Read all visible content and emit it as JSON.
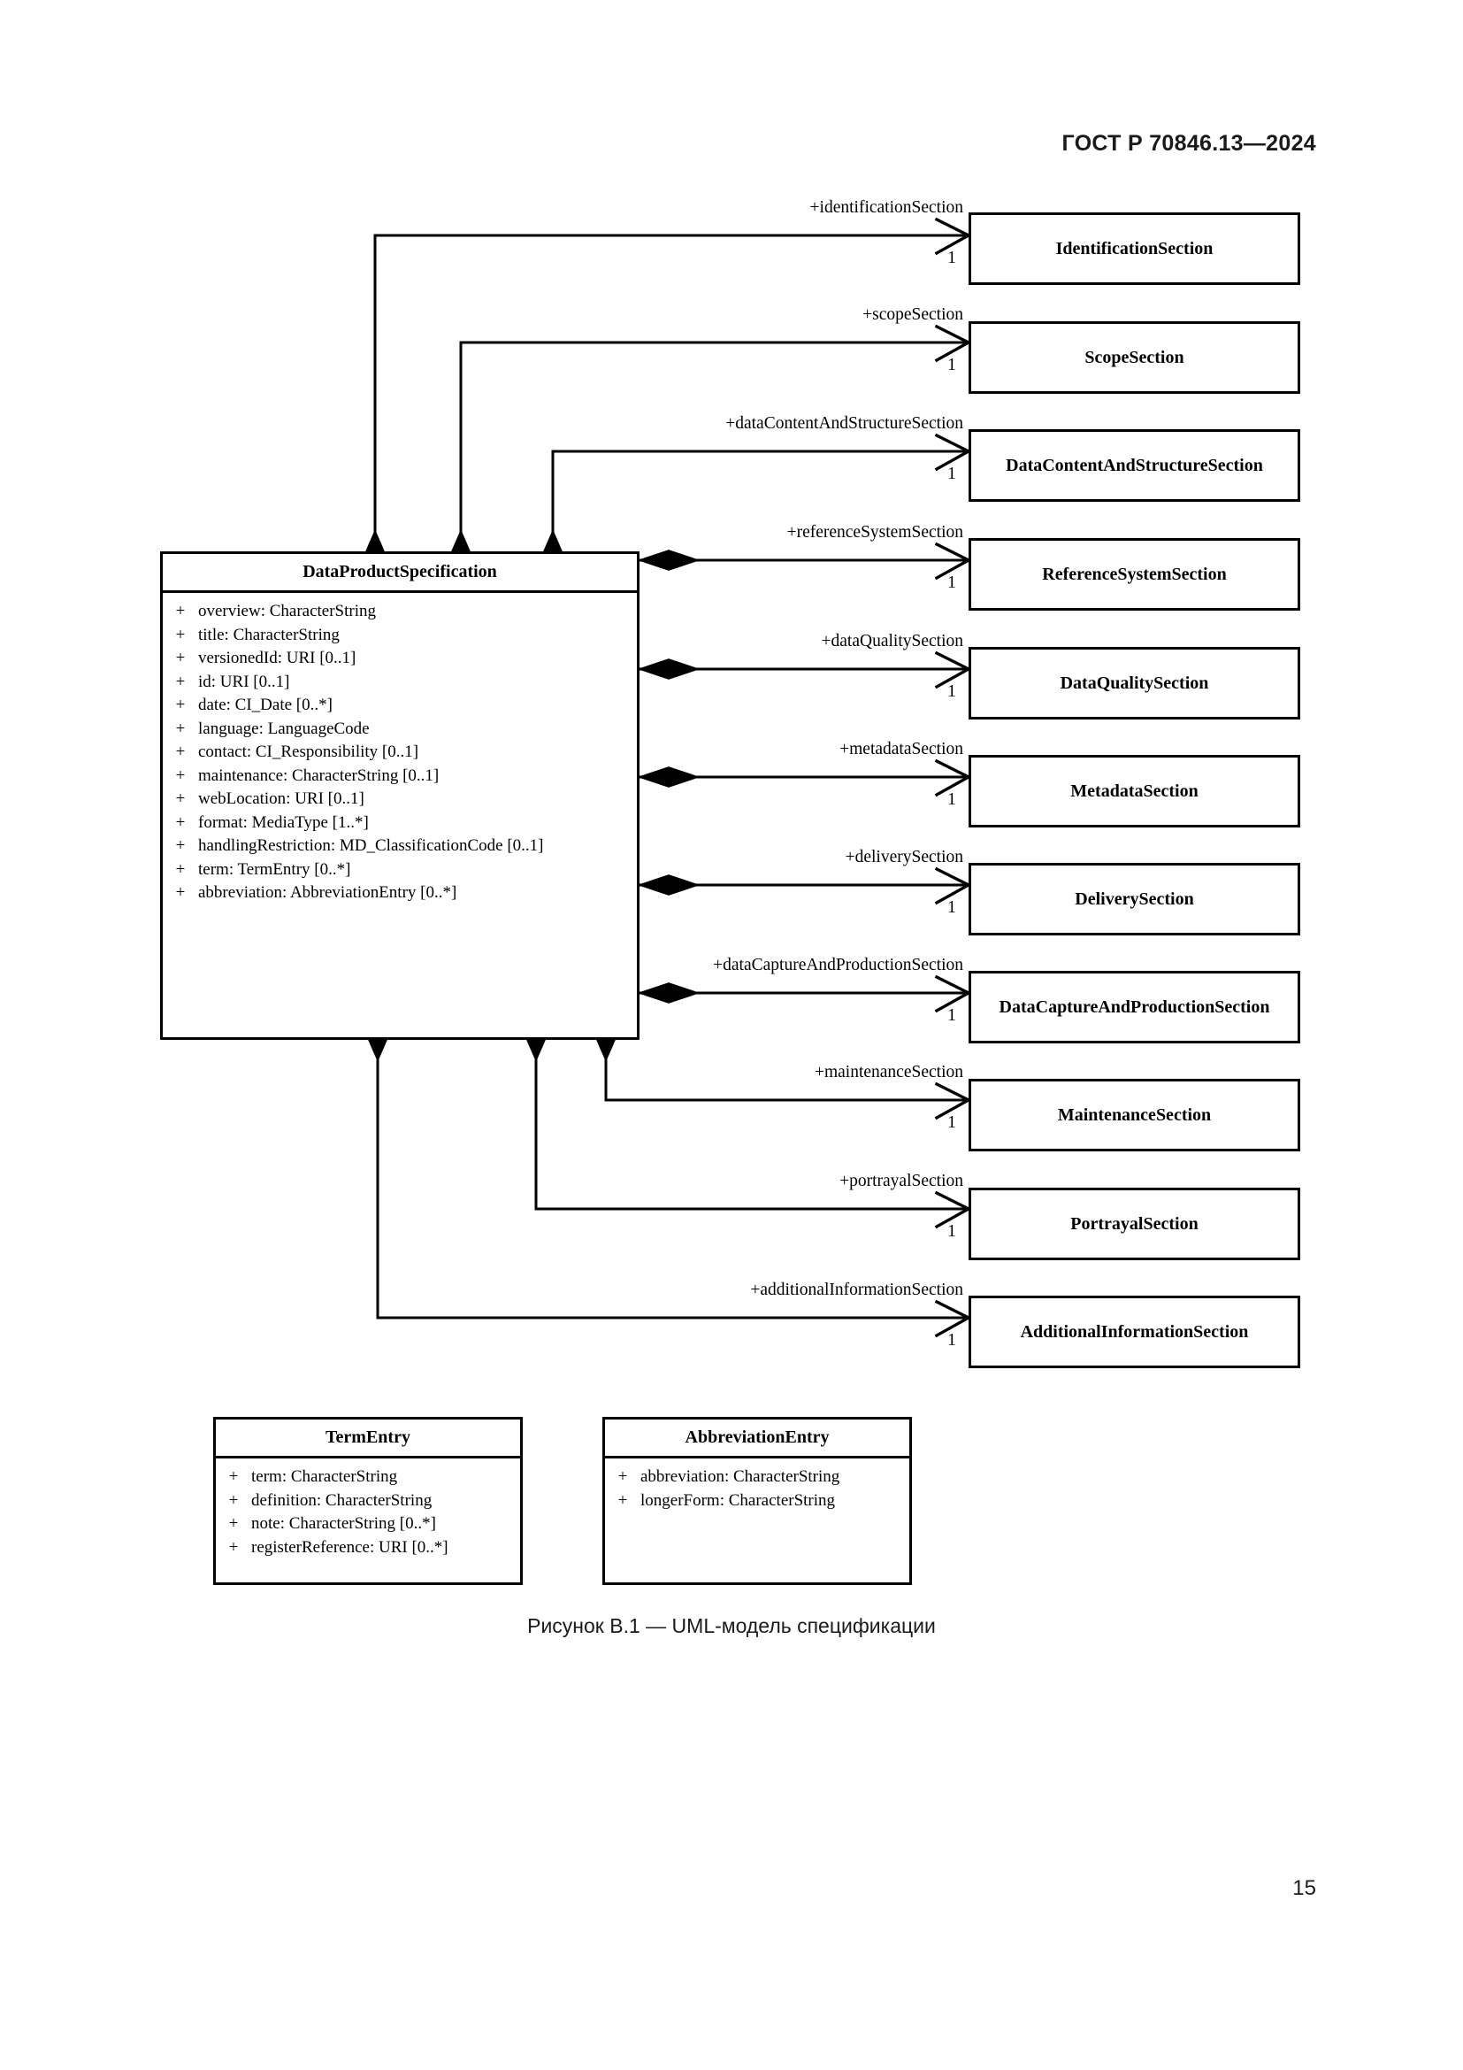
{
  "document": {
    "standard_header": "ГОСТ Р 70846.13—2024",
    "page_number": "15",
    "figure_caption": "Рисунок В.1 — UML-модель спецификации"
  },
  "diagram": {
    "type": "uml-class-diagram",
    "main_class": {
      "name": "DataProductSpecification",
      "attributes": [
        {
          "visibility": "+",
          "signature": "overview: CharacterString"
        },
        {
          "visibility": "+",
          "signature": "title: CharacterString"
        },
        {
          "visibility": "+",
          "signature": "versionedId: URI [0..1]"
        },
        {
          "visibility": "+",
          "signature": "id: URI [0..1]"
        },
        {
          "visibility": "+",
          "signature": "date: CI_Date [0..*]"
        },
        {
          "visibility": "+",
          "signature": "language: LanguageCode"
        },
        {
          "visibility": "+",
          "signature": "contact: CI_Responsibility [0..1]"
        },
        {
          "visibility": "+",
          "signature": "maintenance: CharacterString [0..1]"
        },
        {
          "visibility": "+",
          "signature": "webLocation: URI [0..1]"
        },
        {
          "visibility": "+",
          "signature": "format: MediaType [1..*]"
        },
        {
          "visibility": "+",
          "signature": "handlingRestriction: MD_ClassificationCode [0..1]"
        },
        {
          "visibility": "+",
          "signature": "term: TermEntry [0..*]"
        },
        {
          "visibility": "+",
          "signature": "abbreviation: AbbreviationEntry [0..*]"
        }
      ]
    },
    "sections": [
      {
        "role": "+identificationSection",
        "class_name": "IdentificationSection",
        "multiplicity": "1"
      },
      {
        "role": "+scopeSection",
        "class_name": "ScopeSection",
        "multiplicity": "1"
      },
      {
        "role": "+dataContentAndStructureSection",
        "class_name": "DataContentAndStructureSection",
        "multiplicity": "1"
      },
      {
        "role": "+referenceSystemSection",
        "class_name": "ReferenceSystemSection",
        "multiplicity": "1"
      },
      {
        "role": "+dataQualitySection",
        "class_name": "DataQualitySection",
        "multiplicity": "1"
      },
      {
        "role": "+metadataSection",
        "class_name": "MetadataSection",
        "multiplicity": "1"
      },
      {
        "role": "+deliverySection",
        "class_name": "DeliverySection",
        "multiplicity": "1"
      },
      {
        "role": "+dataCaptureAndProductionSection",
        "class_name": "DataCaptureAndProductionSection",
        "multiplicity": "1"
      },
      {
        "role": "+maintenanceSection",
        "class_name": "MaintenanceSection",
        "multiplicity": "1"
      },
      {
        "role": "+portrayalSection",
        "class_name": "PortrayalSection",
        "multiplicity": "1"
      },
      {
        "role": "+additionalInformationSection",
        "class_name": "AdditionalInformationSection",
        "multiplicity": "1"
      }
    ],
    "helper_classes": [
      {
        "name": "TermEntry",
        "attributes": [
          {
            "visibility": "+",
            "signature": "term: CharacterString"
          },
          {
            "visibility": "+",
            "signature": "definition: CharacterString"
          },
          {
            "visibility": "+",
            "signature": "note: CharacterString [0..*]"
          },
          {
            "visibility": "+",
            "signature": "registerReference: URI [0..*]"
          }
        ]
      },
      {
        "name": "AbbreviationEntry",
        "attributes": [
          {
            "visibility": "+",
            "signature": "abbreviation: CharacterString"
          },
          {
            "visibility": "+",
            "signature": "longerForm: CharacterString"
          }
        ]
      }
    ],
    "colors": {
      "line": "#000000",
      "fill": "#ffffff",
      "text": "#000000"
    }
  }
}
